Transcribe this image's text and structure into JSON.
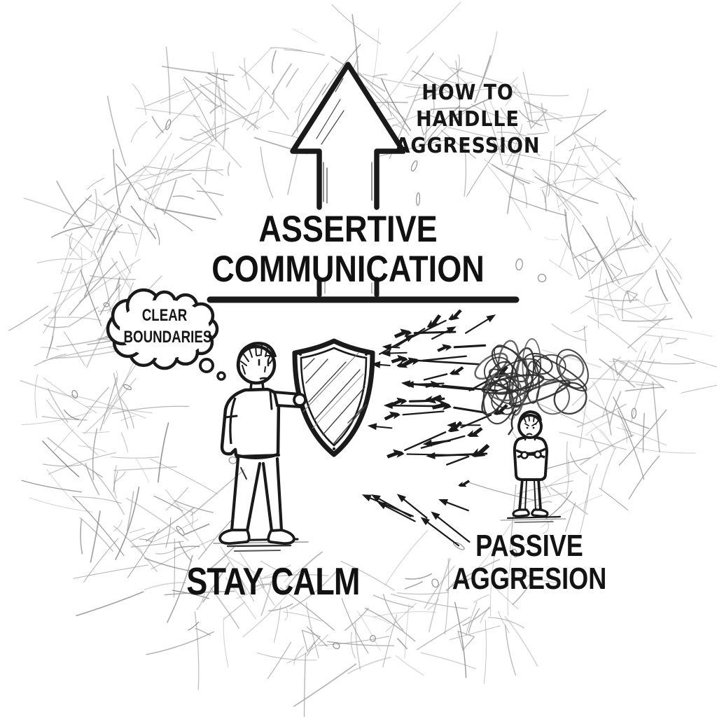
{
  "canvas": {
    "paper": "#ffffff",
    "ink": "#1a1a1a",
    "pencil": "#9e9e9e"
  },
  "header": {
    "line1": "HOW TO",
    "line2": "HANDLLE",
    "line3": "AGGRESSION"
  },
  "title": {
    "line1": "ASSERTIVE",
    "line2": "COMMUNICATION"
  },
  "bubble": {
    "line1": "CLEAR",
    "line2": "BOUNDARIES"
  },
  "labels": {
    "stay_calm": "STAY CALM",
    "passive1": "PASSIVE",
    "passive2": "AGGRESION"
  },
  "icons": {
    "up_arrow": "up-arrow-icon",
    "shield": "shield-icon",
    "assertive_person": "person-with-shield",
    "passive_person": "person-arms-crossed",
    "thought_bubble": "thought-bubble",
    "anger_cloud": "scribble-cloud-icon",
    "arrow_storm": "aggression-arrows",
    "ring": "scribble-ring"
  }
}
